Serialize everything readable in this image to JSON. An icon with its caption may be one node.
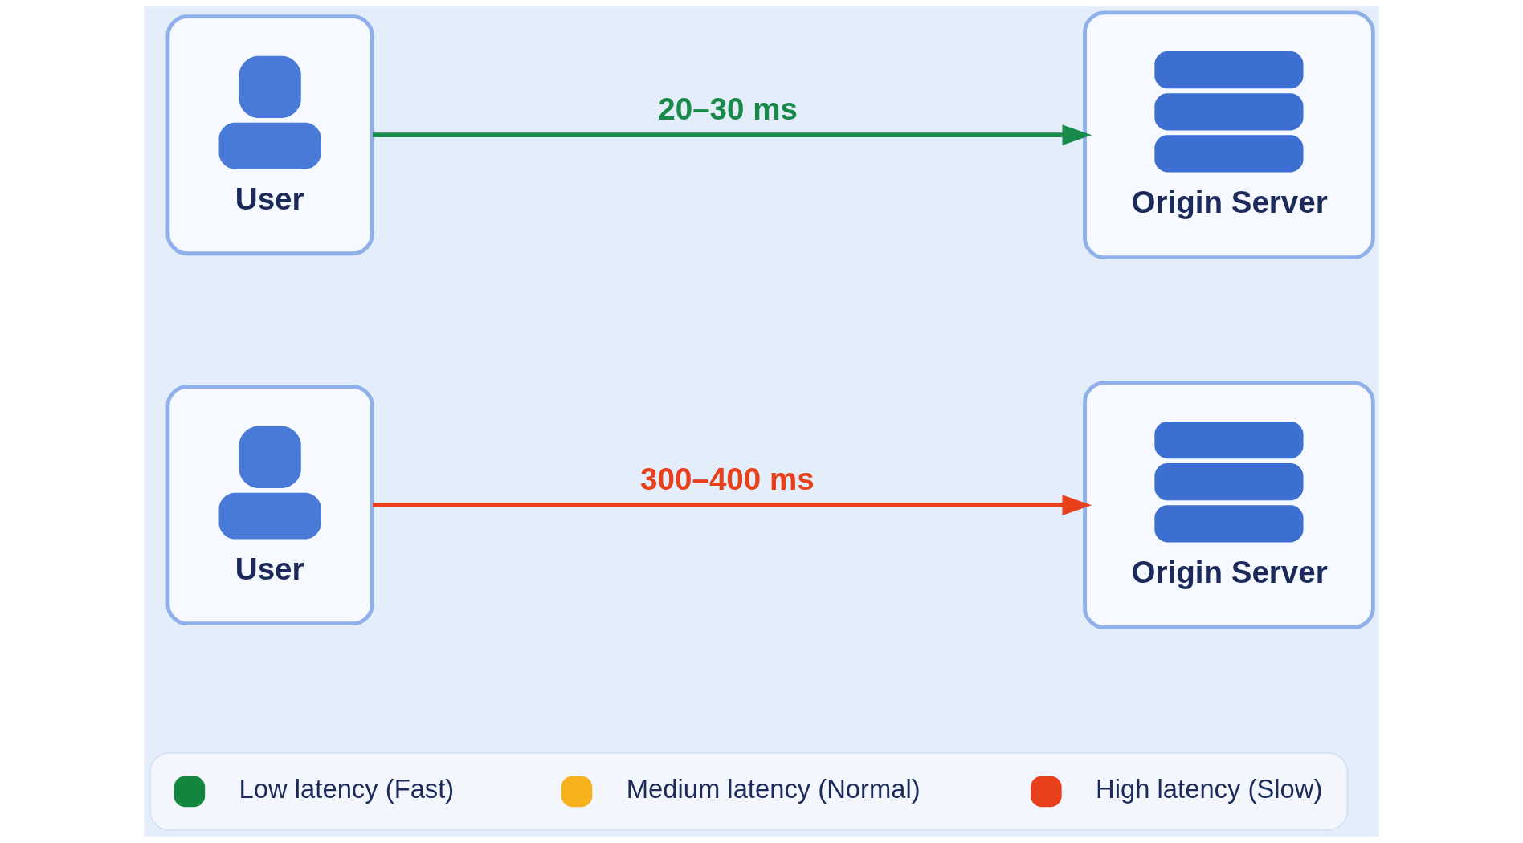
{
  "diagram": {
    "nodes": [
      {
        "text": [
          "User"
        ]
      },
      {
        "text": [
          "Origin Server"
        ]
      },
      {
        "text": [
          "User"
        ]
      },
      {
        "text": [
          "Origin Server"
        ]
      }
    ],
    "edges": [
      {
        "from": 0,
        "to": 1,
        "arrow": "to",
        "label": "20–30 ms",
        "color": "#1a8a4a"
      },
      {
        "from": 2,
        "to": 3,
        "arrow": "to",
        "label": "300–400 ms",
        "color": "#e8401c"
      }
    ],
    "legend": [
      {
        "text": "Low latency (Fast)",
        "color": "#12853f"
      },
      {
        "text": "Medium latency (Normal)",
        "color": "#f7b21b"
      },
      {
        "text": "High latency (Slow)",
        "color": "#e8401c"
      }
    ]
  }
}
